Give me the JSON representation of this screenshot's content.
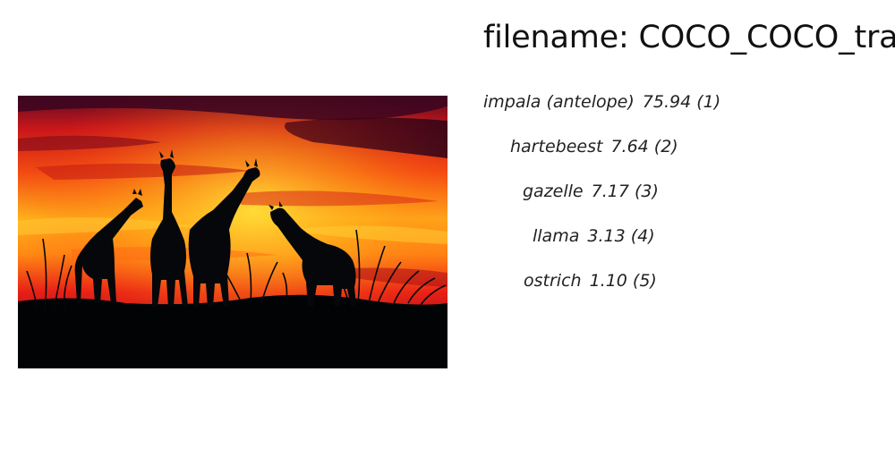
{
  "filename": {
    "label": "filename:",
    "value": "COCO_COCO_train"
  },
  "image": {
    "subject": "giraffe silhouettes at sunset",
    "colors": {
      "sky_top": "#3a0a1e",
      "sky_mid": "#e8201a",
      "sky_glow": "#ffcf1a",
      "ground": "#020305",
      "silhouette": "#05070a"
    }
  },
  "predictions": [
    {
      "label": "impala (antelope)",
      "score": "75.94 (1)"
    },
    {
      "label": "hartebeest",
      "score": "7.64 (2)"
    },
    {
      "label": "gazelle",
      "score": "7.17 (3)"
    },
    {
      "label": "llama",
      "score": "3.13 (4)"
    },
    {
      "label": "ostrich",
      "score": "1.10 (5)"
    }
  ]
}
